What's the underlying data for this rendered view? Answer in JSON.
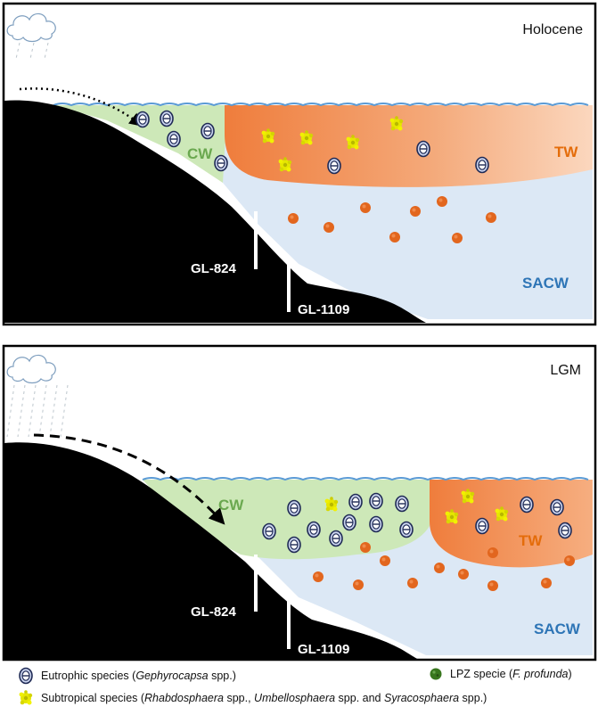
{
  "panels": [
    {
      "id": "holocene",
      "title": "Holocene",
      "labels": {
        "cw": "CW",
        "tw": "TW",
        "sacw": "SACW",
        "core1": "GL-824",
        "core2": "GL-1109"
      }
    },
    {
      "id": "lgm",
      "title": "LGM",
      "labels": {
        "cw": "CW",
        "tw": "TW",
        "sacw": "SACW",
        "core1": "GL-824",
        "core2": "GL-1109"
      }
    }
  ],
  "legend": {
    "eutrophic": {
      "prefix": "Eutrophic species (",
      "italic": "Gephyrocapsa",
      "suffix": " spp.)"
    },
    "lpz": {
      "prefix": "LPZ specie (",
      "italic": "F. profunda",
      "suffix": ")"
    },
    "subtropical": {
      "prefix": "Subtropical species (",
      "i1": "Rhabdosphaera",
      "t1": " spp., ",
      "i2": "Umbellosphaera",
      "t2": " spp. and ",
      "i3": "Syracosphaera",
      "t3": " spp.)"
    }
  },
  "colors": {
    "cw": "#cde8b8",
    "tw": "#f08a4b",
    "sacw": "#dce8f5",
    "land": "#000000",
    "cw_text": "#6aa84f",
    "tw_text": "#e46c0a",
    "sacw_text": "#2e75b6",
    "sea_line": "#5b9bd5",
    "lpz": "#38761d",
    "subtropical": "#e6e600",
    "sacw_dot": "#e2661e"
  }
}
